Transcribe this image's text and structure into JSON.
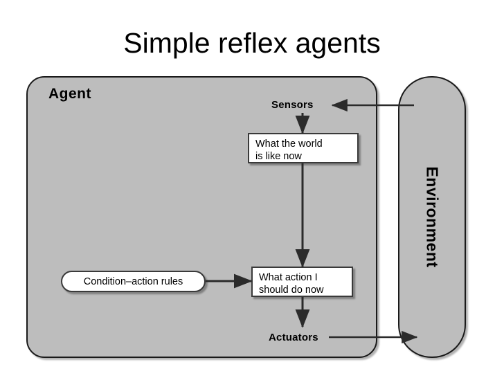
{
  "slide": {
    "title": "Simple reflex agents"
  },
  "diagram": {
    "agent": {
      "label": "Agent",
      "fill_color": "#bdbdbd",
      "border_color": "#1a1a1a"
    },
    "environment": {
      "label": "Environment",
      "fill_color": "#bdbdbd",
      "border_color": "#1a1a1a",
      "orientation": "vertical-rotated-90"
    },
    "ports": [
      {
        "name": "sensors",
        "label": "Sensors"
      },
      {
        "name": "actuators",
        "label": "Actuators"
      }
    ],
    "nodes": [
      {
        "name": "world-state",
        "shape": "rect",
        "lines": [
          "What the world",
          "is like now"
        ],
        "fill_color": "#ffffff",
        "border_color": "#3a3a3a"
      },
      {
        "name": "action-selection",
        "shape": "rect",
        "lines": [
          "What action I",
          "should do now"
        ],
        "fill_color": "#ffffff",
        "border_color": "#3a3a3a"
      },
      {
        "name": "condition-action-rules",
        "shape": "pill",
        "lines": [
          "Condition–action rules"
        ],
        "fill_color": "#ffffff",
        "border_color": "#3a3a3a"
      }
    ],
    "edges": [
      {
        "name": "environment-to-sensors",
        "from": "environment",
        "to": "sensors",
        "direction": "left"
      },
      {
        "name": "sensors-to-world-state",
        "from": "sensors",
        "to": "world-state",
        "direction": "down"
      },
      {
        "name": "world-state-to-action",
        "from": "world-state",
        "to": "action-selection",
        "direction": "down"
      },
      {
        "name": "rules-to-action",
        "from": "condition-action-rules",
        "to": "action-selection",
        "direction": "right"
      },
      {
        "name": "action-to-actuators",
        "from": "action-selection",
        "to": "actuators",
        "direction": "down"
      },
      {
        "name": "actuators-to-environment",
        "from": "actuators",
        "to": "environment",
        "direction": "right"
      }
    ],
    "arrow_color": "#2b2b2b"
  }
}
